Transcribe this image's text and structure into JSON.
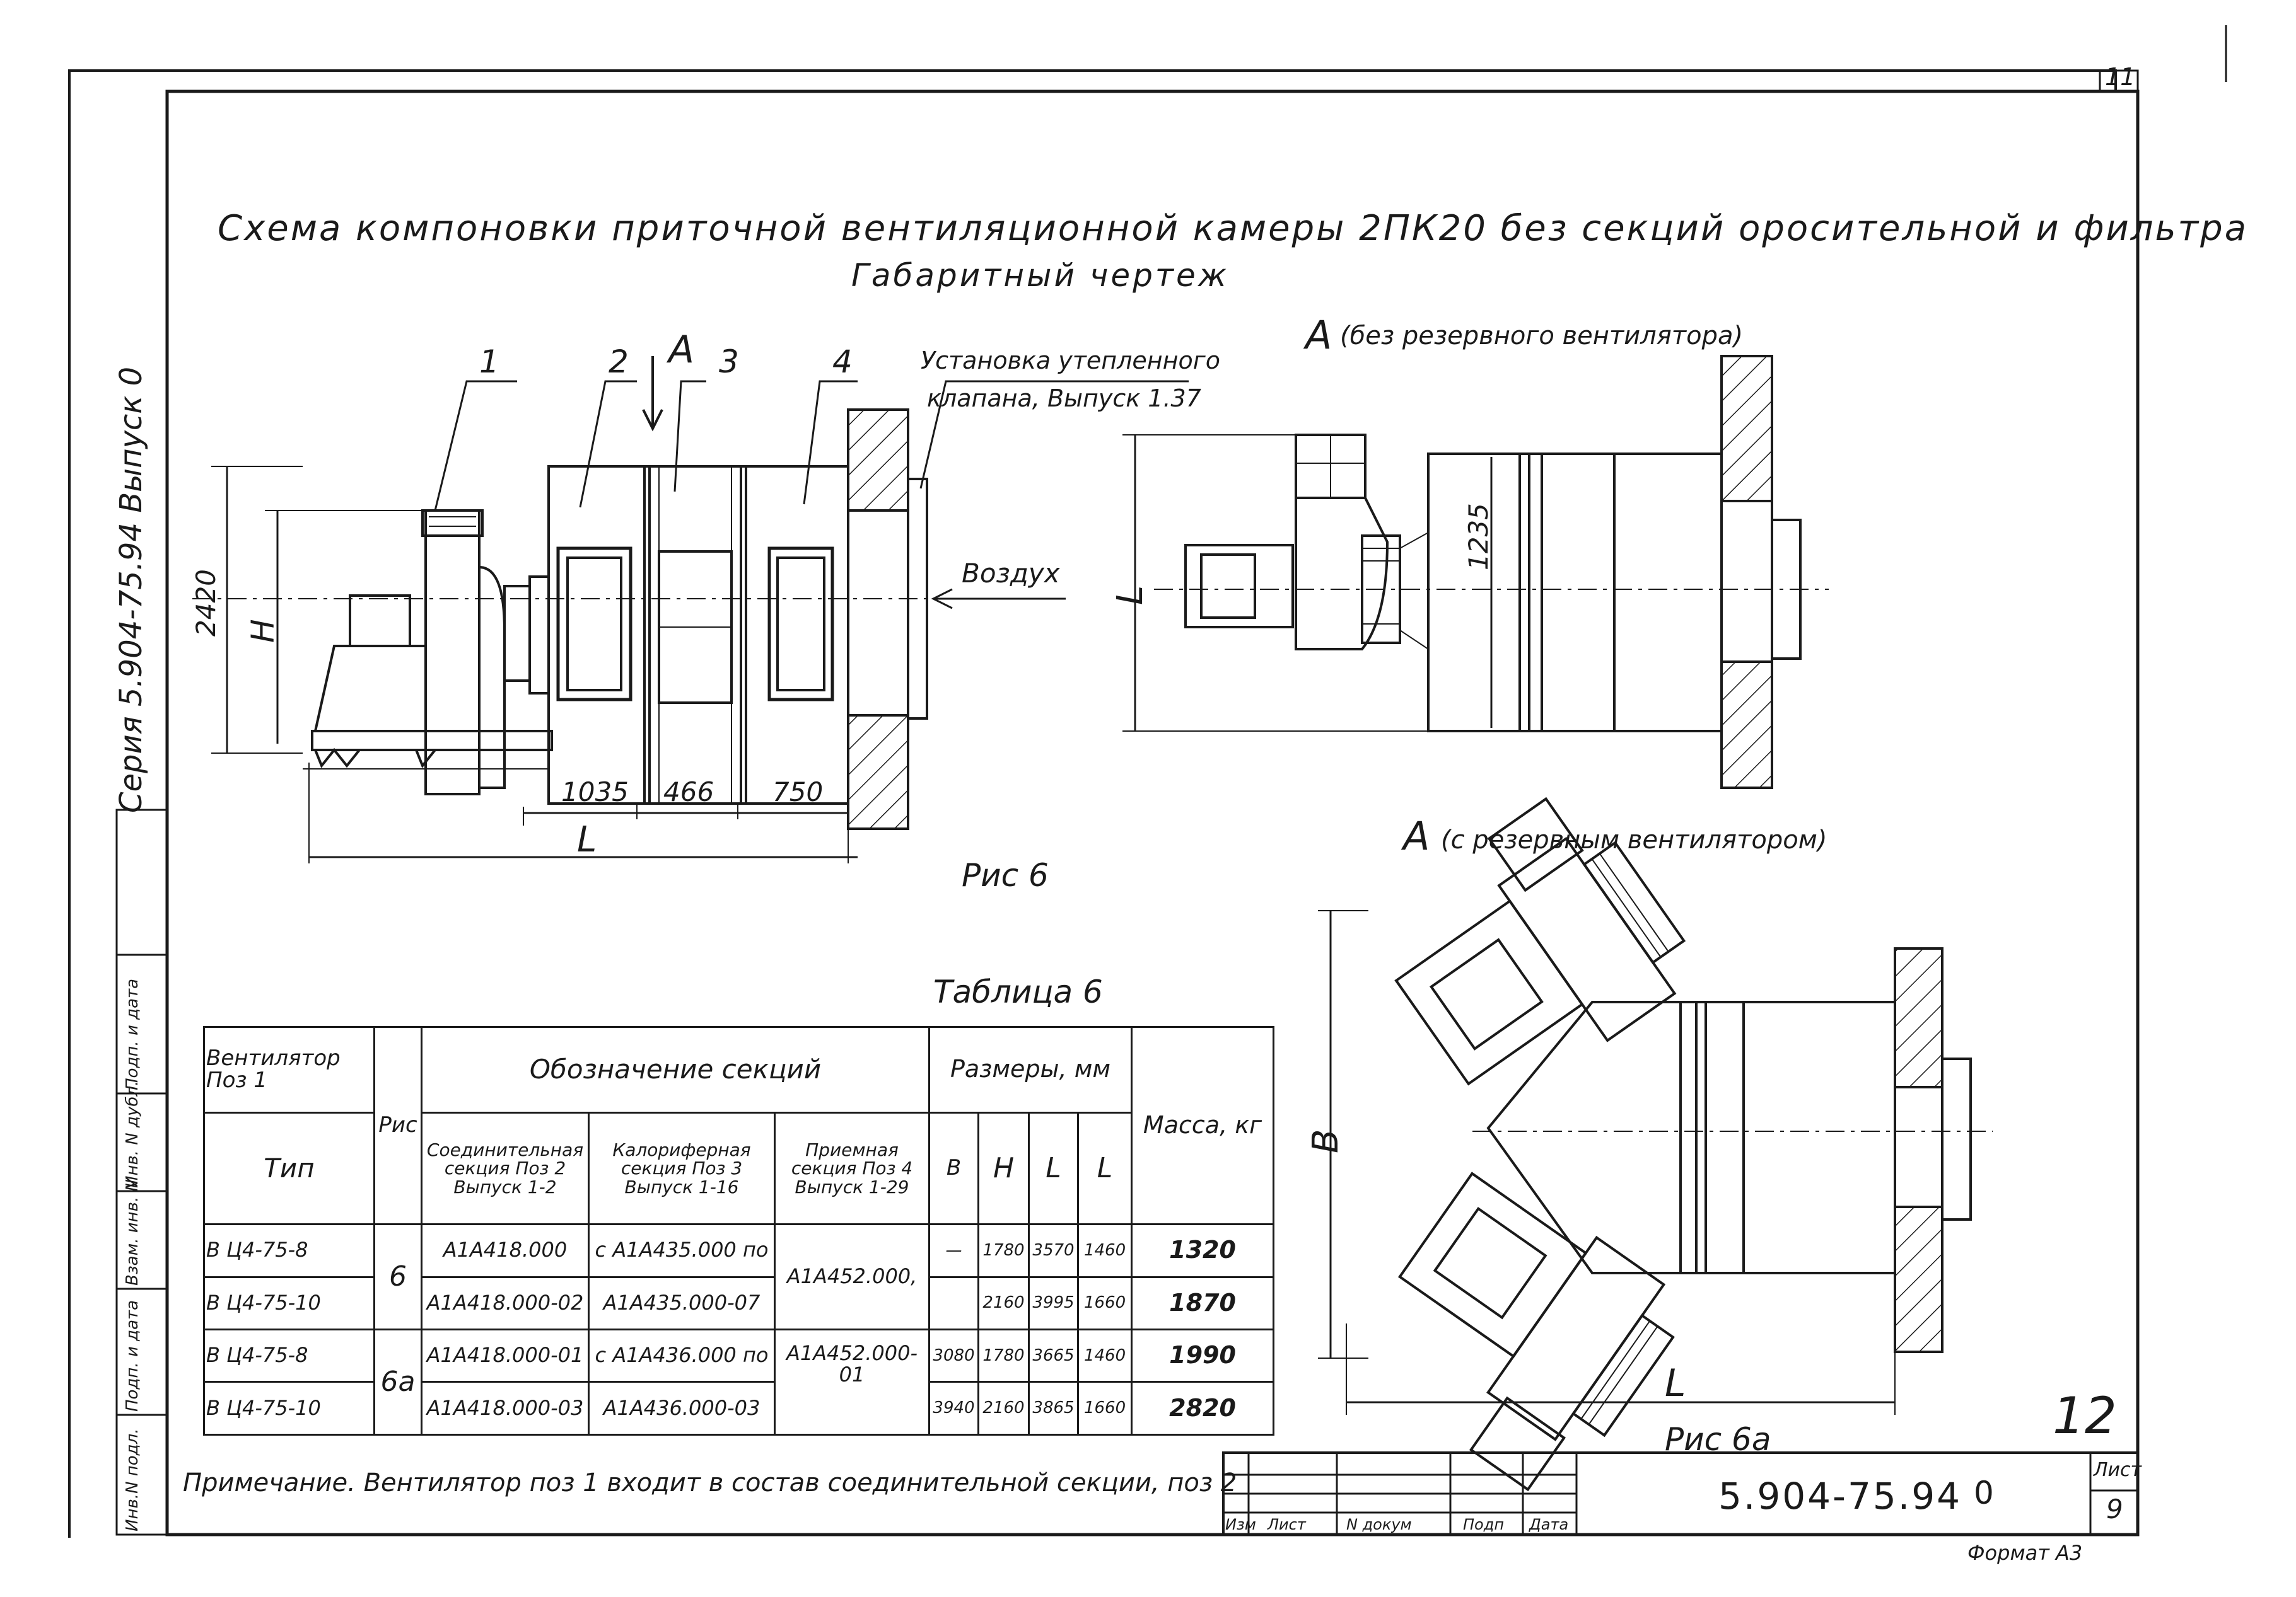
{
  "title": {
    "line1": "Схема компоновки приточной вентиляционной камеры 2ПК20 без секций оросительной и фильтра",
    "line2": "Габаритный чертеж"
  },
  "side_strip": {
    "text": "Серия 5.904-75.94   Выпуск 0",
    "stamp_labels": [
      "Инв.N подл.",
      "Подп. и дата",
      "Взам. инв. N",
      "Инв. N дубл.",
      "Подп. и дата"
    ]
  },
  "sheet_corner_number": "11",
  "handwritten_page": "12",
  "main_view": {
    "callouts": [
      "1",
      "2",
      "A",
      "3",
      "4"
    ],
    "note_line1": "Установка утепленного",
    "note_line2": "клапана, Выпуск 1.37",
    "air_label": "Воздух",
    "dim_height": "2420",
    "dim_h": "H",
    "dims_bottom": [
      "1035",
      "466",
      "750"
    ],
    "dim_length": "L",
    "caption": "Рис 6"
  },
  "view_a1": {
    "title_letter": "A",
    "title_note": "(без резервного вентилятора)",
    "dim_l": "L",
    "dim_1235": "1235"
  },
  "view_a2": {
    "title_letter": "A",
    "title_note": "(с резервным вентилятором)",
    "dim_b": "B",
    "dim_l": "L",
    "caption": "Рис 6а"
  },
  "table": {
    "caption": "Таблица 6",
    "headers": {
      "fan_pos": "Вентилятор Поз 1",
      "type": "Тип",
      "fig": "Рис",
      "designation": "Обозначение секций",
      "connecting": "Соединительная секция Поз 2 Выпуск 1-2",
      "heater": "Калориферная секция Поз 3 Выпуск 1-16",
      "intake": "Приемная секция Поз 4 Выпуск 1-29",
      "sizes": "Размеры, мм",
      "b": "B",
      "h": "H",
      "L": "L",
      "l": "L",
      "mass": "Масса, кг"
    },
    "rows": [
      {
        "type": "В Ц4-75-8",
        "connecting": "А1А418.000",
        "heater": "с А1А435.000 по",
        "b": "—",
        "h": "1780",
        "L": "3570",
        "l": "1460",
        "mass": "1320"
      },
      {
        "type": "В Ц4-75-10",
        "connecting": "А1А418.000-02",
        "heater": "А1А435.000-07",
        "b": "",
        "h": "2160",
        "L": "3995",
        "l": "1660",
        "mass": "1870"
      },
      {
        "type": "В Ц4-75-8",
        "connecting": "А1А418.000-01",
        "heater": "с А1А436.000 по",
        "b": "3080",
        "h": "1780",
        "L": "3665",
        "l": "1460",
        "mass": "1990"
      },
      {
        "type": "В Ц4-75-10",
        "connecting": "А1А418.000-03",
        "heater": "А1А436.000-03",
        "b": "3940",
        "h": "2160",
        "L": "3865",
        "l": "1660",
        "mass": "2820"
      }
    ],
    "fig_groups": [
      "6",
      "6а"
    ],
    "intake_groups": [
      "А1А452.000,",
      "А1А452.000-01"
    ]
  },
  "note": "Примечание. Вентилятор поз 1 входит в состав соединительной секции, поз 2",
  "title_block": {
    "cols": [
      "Изм",
      "Лист",
      "N докум",
      "Подп",
      "Дата"
    ],
    "doc_code": "5.904-75.94",
    "issue": "0",
    "sheet_label": "Лист",
    "sheet_no": "9",
    "format": "Формат А3"
  }
}
